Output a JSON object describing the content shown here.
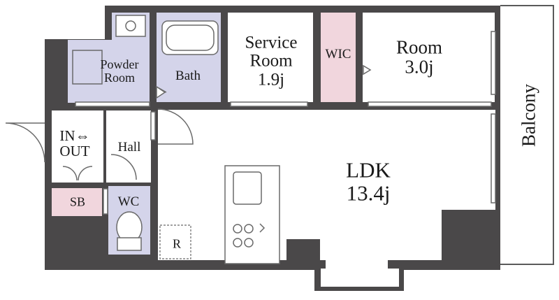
{
  "plan": {
    "rooms": {
      "powder_room": [
        "Powder",
        "Room"
      ],
      "bath": "Bath",
      "service_room": [
        "Service",
        "Room",
        "1.9j"
      ],
      "wic": "WIC",
      "room": [
        "Room",
        "3.0j"
      ],
      "entrance": [
        "IN⇔",
        "OUT"
      ],
      "hall": "Hall",
      "sb": "SB",
      "wc": "WC",
      "ldk": [
        "LDK",
        "13.4j"
      ],
      "fridge": "R",
      "balcony": "Balcony"
    },
    "colors": {
      "wall": "#4a4849",
      "wet_area": "#d4d4ea",
      "storage": "#f1d6dd",
      "floor": "#ffffff",
      "outline": "#5a5a5a"
    }
  }
}
